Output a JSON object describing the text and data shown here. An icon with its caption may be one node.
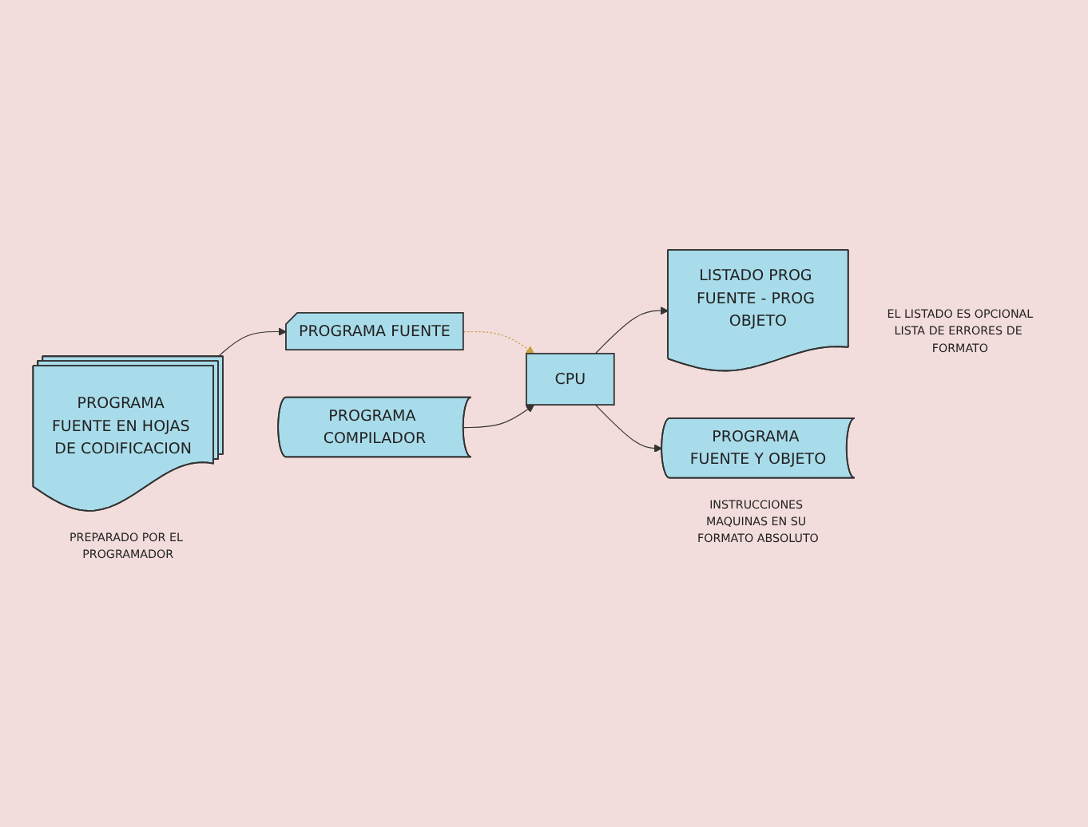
{
  "diagram": {
    "nodes": [
      {
        "text": [
          "PROGRAMA FUENTE EN HOJAS DE CODIFICACION"
        ],
        "beside": [
          "PREPARADO POR EL PROGRAMADOR"
        ]
      },
      {
        "text": [
          "PROGRAMA FUENTE"
        ]
      },
      {
        "text": [
          "CPU"
        ]
      },
      {
        "text": [
          "LISTADO PROG FUENTE - PROG OBJETO"
        ],
        "beside": [
          "EL LISTADO ES OPCIONAL",
          "LISTA DE ERRORES DE FORMATO"
        ]
      },
      {
        "text": [
          "PROGRAMA COMPILADOR"
        ]
      },
      {
        "text": [
          "PROGRAMA FUENTE Y OBJETO"
        ],
        "beside": [
          "INSTRUCCIONES MAQUINAS EN SU FORMATO ABSOLUTO"
        ]
      }
    ],
    "edges": [
      {
        "from": 0,
        "to": 1,
        "arrow": "to"
      },
      {
        "from": 1,
        "to": 2,
        "arrow": "to",
        "style": "dashed",
        "color": "#c8a040"
      },
      {
        "from": 4,
        "to": 2,
        "arrow": "to"
      },
      {
        "from": 2,
        "to": 3,
        "arrow": "to"
      },
      {
        "from": 2,
        "to": 5,
        "arrow": "to"
      }
    ]
  }
}
